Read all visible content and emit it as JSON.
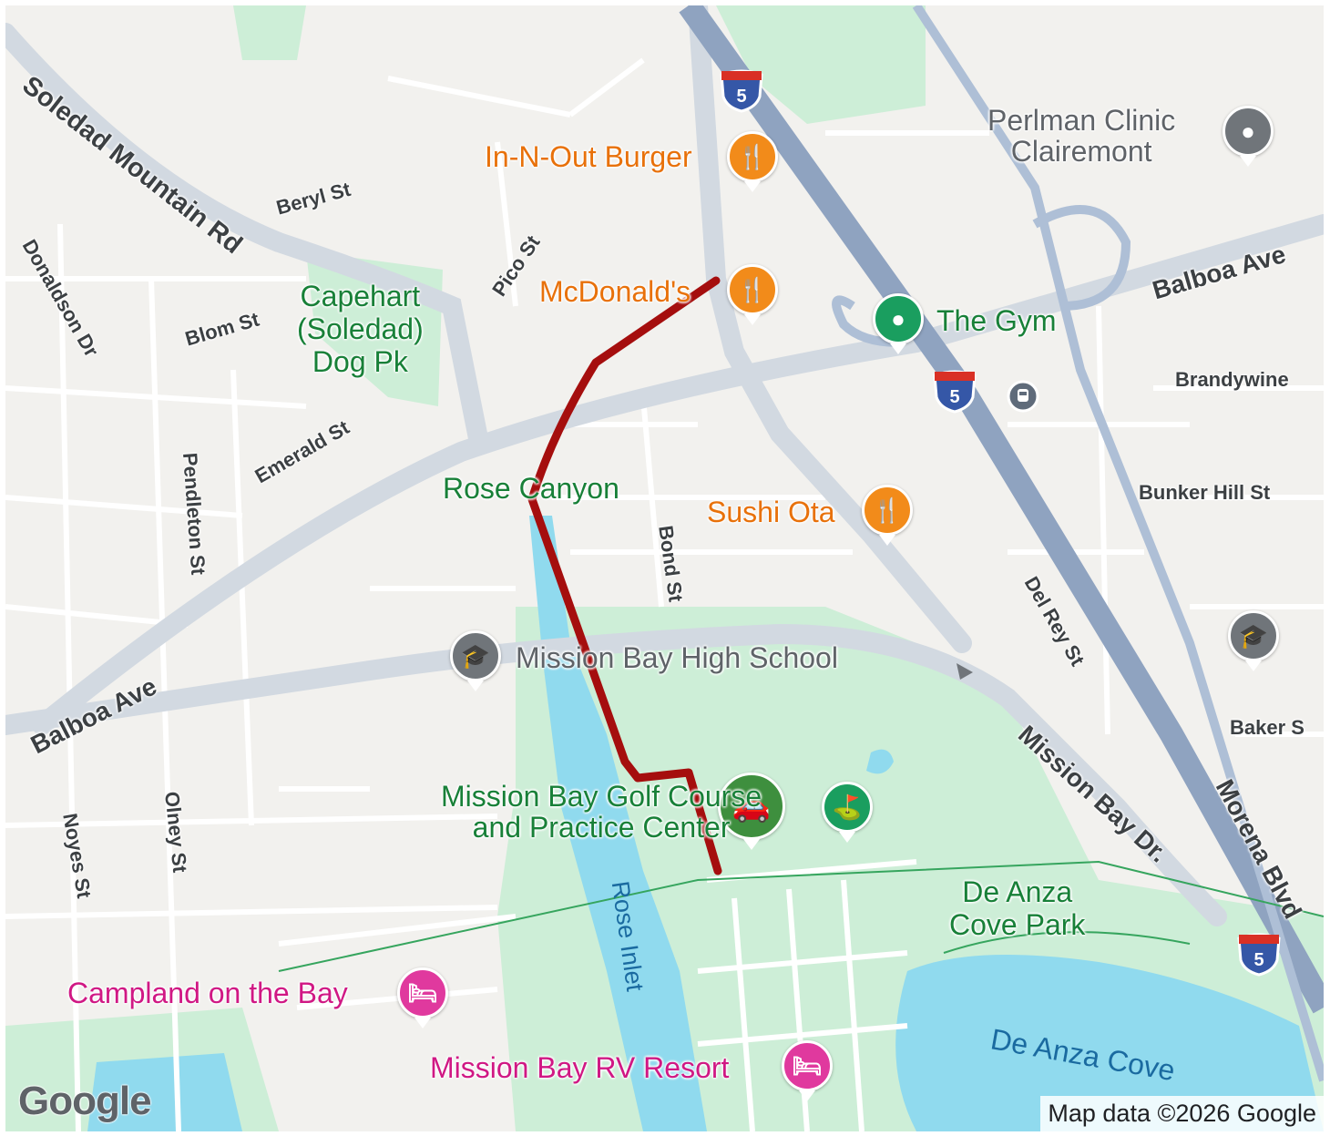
{
  "map": {
    "pois": [
      {
        "key": "perlman",
        "line1": "Perlman Clinic",
        "line2": "Clairemont",
        "icon": "medical-icon",
        "color": "#70757a"
      },
      {
        "key": "innout",
        "line1": "In-N-Out Burger",
        "icon": "restaurant-icon",
        "color": "#f28b1a"
      },
      {
        "key": "mcdonalds",
        "line1": "McDonald's",
        "icon": "restaurant-icon",
        "color": "#f28b1a"
      },
      {
        "key": "gym",
        "line1": "The Gym",
        "icon": "gym-icon",
        "color": "#1a9e5f"
      },
      {
        "key": "sushi",
        "line1": "Sushi Ota",
        "icon": "restaurant-icon",
        "color": "#f28b1a"
      },
      {
        "key": "highschool",
        "line1": "Mission Bay High School",
        "icon": "school-icon",
        "color": "#70757a"
      },
      {
        "key": "golf",
        "line1": "Mission Bay Golf Course",
        "line2": "and Practice Center",
        "icon": "golf-icon",
        "color": "#1a9e5f"
      },
      {
        "key": "campland",
        "line1": "Campland on the Bay",
        "icon": "lodging-icon",
        "color": "#e0399e"
      },
      {
        "key": "rvresort",
        "line1": "Mission Bay RV Resort",
        "icon": "lodging-icon",
        "color": "#e0399e"
      }
    ],
    "parks": {
      "capehart": [
        "Capehart",
        "(Soledad)",
        "Dog Pk"
      ],
      "rosecanyon": "Rose Canyon",
      "deanza_park": [
        "De Anza",
        "Cove Park"
      ]
    },
    "water": {
      "rose_inlet": "Rose Inlet",
      "deanza_cove": "De Anza Cove"
    },
    "streets": {
      "soledad": "Soledad Mountain Rd",
      "beryl": "Beryl St",
      "donaldson": "Donaldson Dr",
      "blom": "Blom St",
      "pico": "Pico St",
      "emerald": "Emerald St",
      "pendleton": "Pendleton St",
      "balboa_w": "Balboa Ave",
      "balboa_e": "Balboa Ave",
      "bond": "Bond St",
      "delrey": "Del Rey St",
      "missionbaydr": "Mission Bay Dr.",
      "morena": "Morena Blvd",
      "brandywine": "Brandywine",
      "bunkerhill": "Bunker Hill St",
      "baker": "Baker S",
      "olney": "Olney St",
      "noyes": "Noyes St"
    },
    "shields": [
      "5",
      "5",
      "5"
    ],
    "transit_icon": "train-icon",
    "parking_icon": "car-icon",
    "route_color": "#a50e0e",
    "attribution": "Map data ©2026 Google",
    "logo": "Google"
  }
}
